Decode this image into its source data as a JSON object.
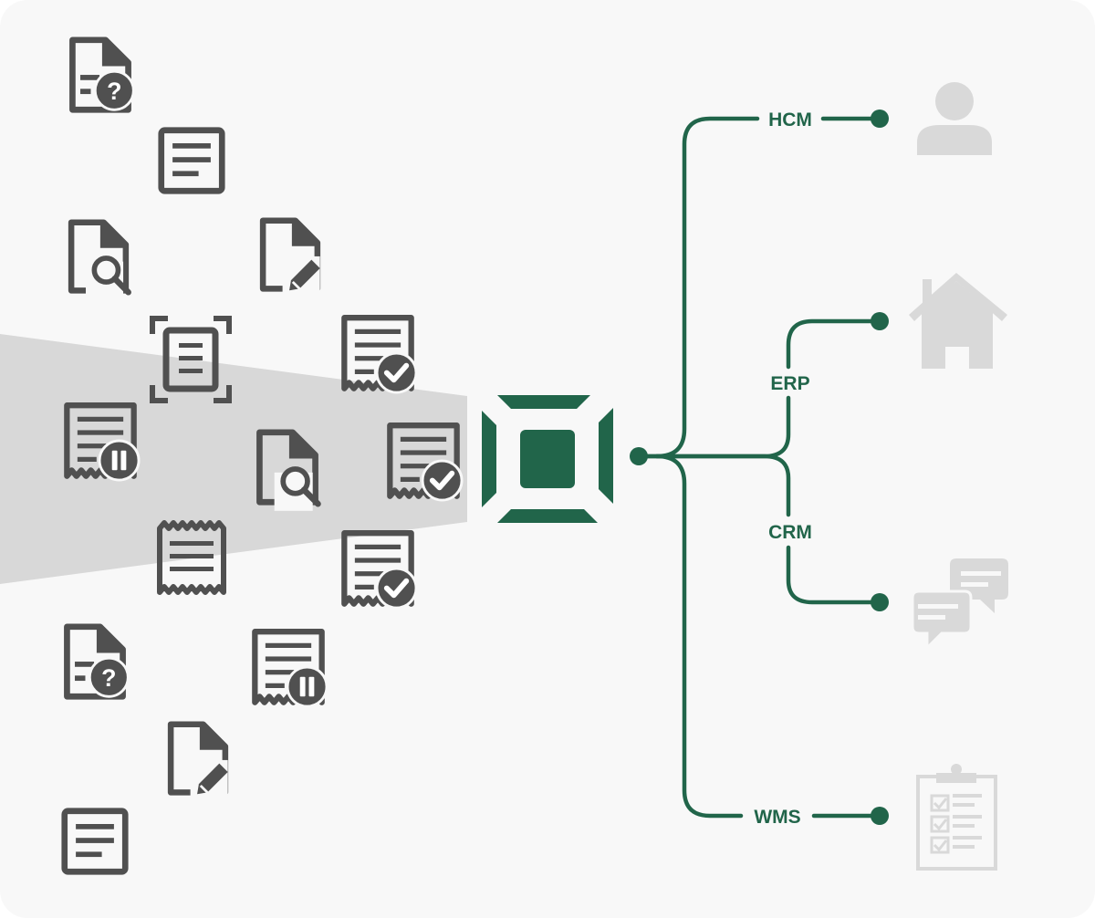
{
  "colors": {
    "background": "#f8f8f8",
    "document_icon": "#505050",
    "accent_green": "#21654a",
    "beam": "#d8d8d8",
    "target_icon": "#d9d9d9"
  },
  "diagram": {
    "hub": {
      "icon": "processing-chip-icon"
    },
    "documents": [
      {
        "icon": "document-question-icon"
      },
      {
        "icon": "document-lines-icon"
      },
      {
        "icon": "document-search-icon"
      },
      {
        "icon": "document-edit-icon"
      },
      {
        "icon": "document-scan-icon"
      },
      {
        "icon": "receipt-approved-icon"
      },
      {
        "icon": "receipt-paused-icon"
      },
      {
        "icon": "document-search-icon"
      },
      {
        "icon": "receipt-approved-icon"
      },
      {
        "icon": "receipt-icon"
      },
      {
        "icon": "receipt-approved-icon"
      },
      {
        "icon": "document-question-icon"
      },
      {
        "icon": "receipt-paused-icon"
      },
      {
        "icon": "document-edit-icon"
      },
      {
        "icon": "document-lines-icon"
      }
    ],
    "branches": [
      {
        "label": "HCM",
        "target_icon": "person-icon"
      },
      {
        "label": "ERP",
        "target_icon": "house-icon"
      },
      {
        "label": "CRM",
        "target_icon": "chat-bubbles-icon"
      },
      {
        "label": "WMS",
        "target_icon": "clipboard-checklist-icon"
      }
    ]
  }
}
